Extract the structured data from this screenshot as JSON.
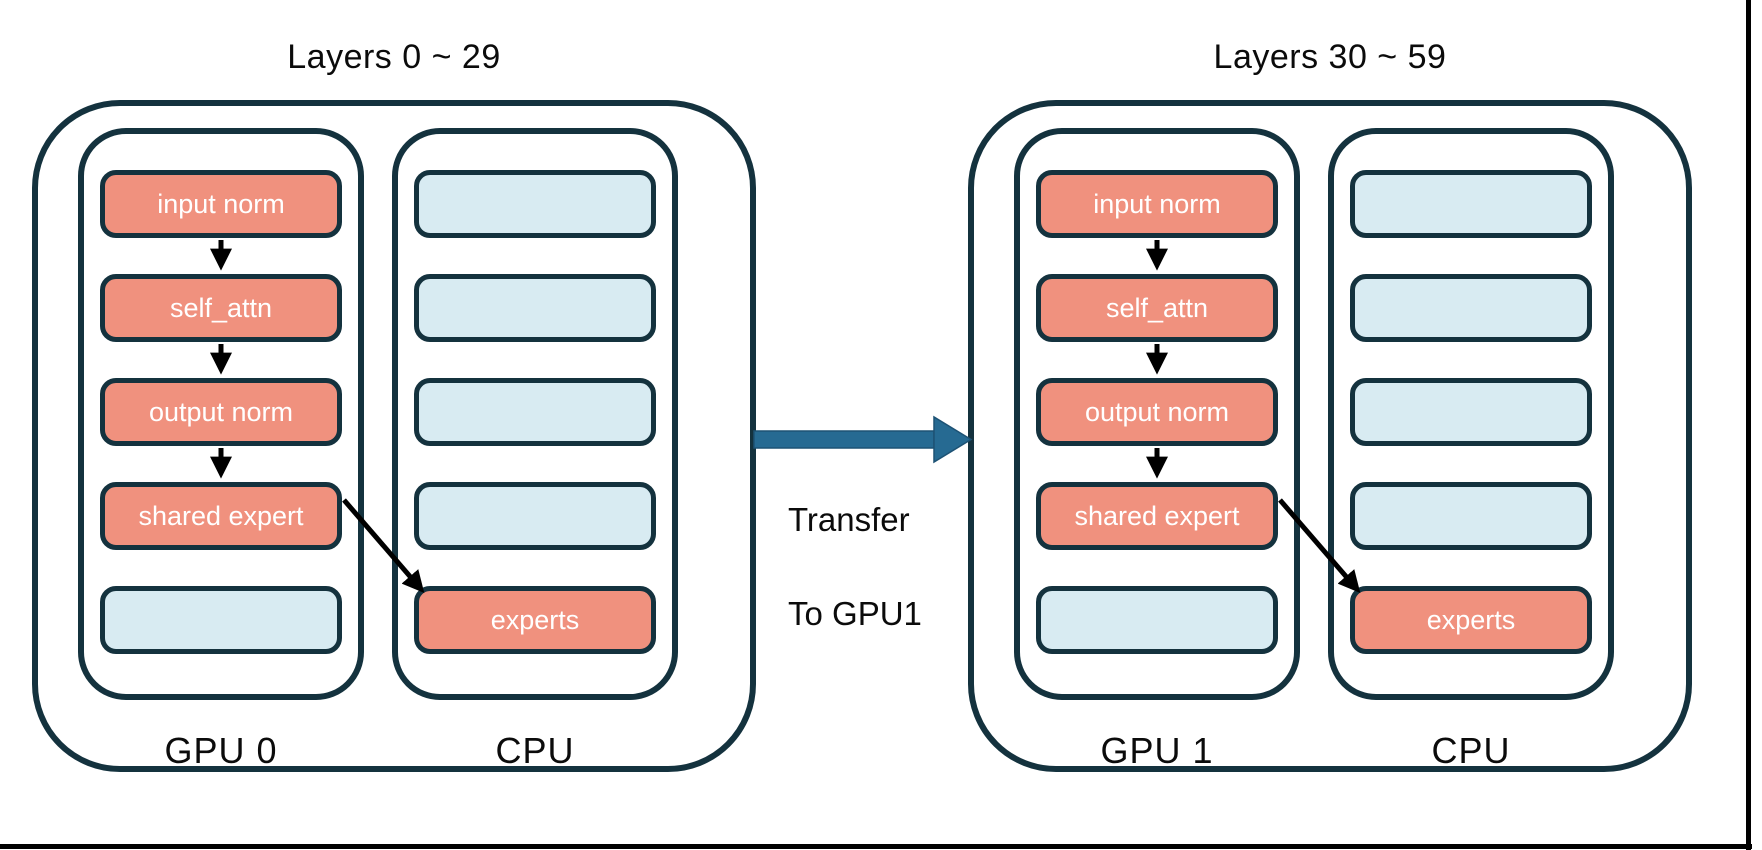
{
  "colors": {
    "border_navy": "#14323e",
    "block_salmon": "#f0917e",
    "slot_light_blue": "#d8ebf2",
    "transfer_arrow_blue": "#266a92",
    "text_black": "#0b0b0b",
    "box_text_white": "#ffffff",
    "background": "#ffffff"
  },
  "transfer": {
    "label_line1": "Transfer",
    "label_line2": "To GPU1",
    "arrow_icon": "right-arrow"
  },
  "groups": [
    {
      "title": "Layers 0 ~ 29",
      "device_label": "GPU 0",
      "cpu_label": "CPU",
      "gpu_boxes": [
        {
          "label": "input norm",
          "state": "on-gpu"
        },
        {
          "label": "self_attn",
          "state": "on-gpu"
        },
        {
          "label": "output norm",
          "state": "on-gpu"
        },
        {
          "label": "shared expert",
          "state": "on-gpu"
        },
        {
          "label": "",
          "state": "empty-slot"
        }
      ],
      "cpu_boxes": [
        {
          "label": "",
          "state": "empty-slot"
        },
        {
          "label": "",
          "state": "empty-slot"
        },
        {
          "label": "",
          "state": "empty-slot"
        },
        {
          "label": "",
          "state": "empty-slot"
        },
        {
          "label": "experts",
          "state": "on-cpu"
        }
      ]
    },
    {
      "title": "Layers 30 ~ 59",
      "device_label": "GPU 1",
      "cpu_label": "CPU",
      "gpu_boxes": [
        {
          "label": "input norm",
          "state": "on-gpu"
        },
        {
          "label": "self_attn",
          "state": "on-gpu"
        },
        {
          "label": "output norm",
          "state": "on-gpu"
        },
        {
          "label": "shared expert",
          "state": "on-gpu"
        },
        {
          "label": "",
          "state": "empty-slot"
        }
      ],
      "cpu_boxes": [
        {
          "label": "",
          "state": "empty-slot"
        },
        {
          "label": "",
          "state": "empty-slot"
        },
        {
          "label": "",
          "state": "empty-slot"
        },
        {
          "label": "",
          "state": "empty-slot"
        },
        {
          "label": "experts",
          "state": "on-cpu"
        }
      ]
    }
  ]
}
